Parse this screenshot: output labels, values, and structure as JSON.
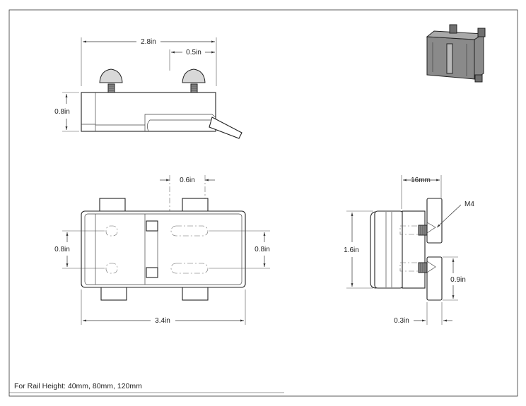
{
  "drawing": {
    "note": "For Rail Height: 40mm, 80mm, 120mm",
    "side_view": {
      "overall_length": "2.8in",
      "screw_spacing": "0.5in",
      "height": "0.8in"
    },
    "top_view": {
      "slot_spacing": "0.6in",
      "left_height": "0.8in",
      "right_height": "0.8in",
      "overall_length": "3.4in"
    },
    "end_view": {
      "width": "16mm",
      "thread": "M4",
      "overall_height": "1.6in",
      "lower_height": "0.9in",
      "thickness": "0.3in"
    }
  },
  "colors": {
    "line": "#222222",
    "fill_light": "#d8d8d8",
    "fill_dark": "#8a8a8a"
  }
}
